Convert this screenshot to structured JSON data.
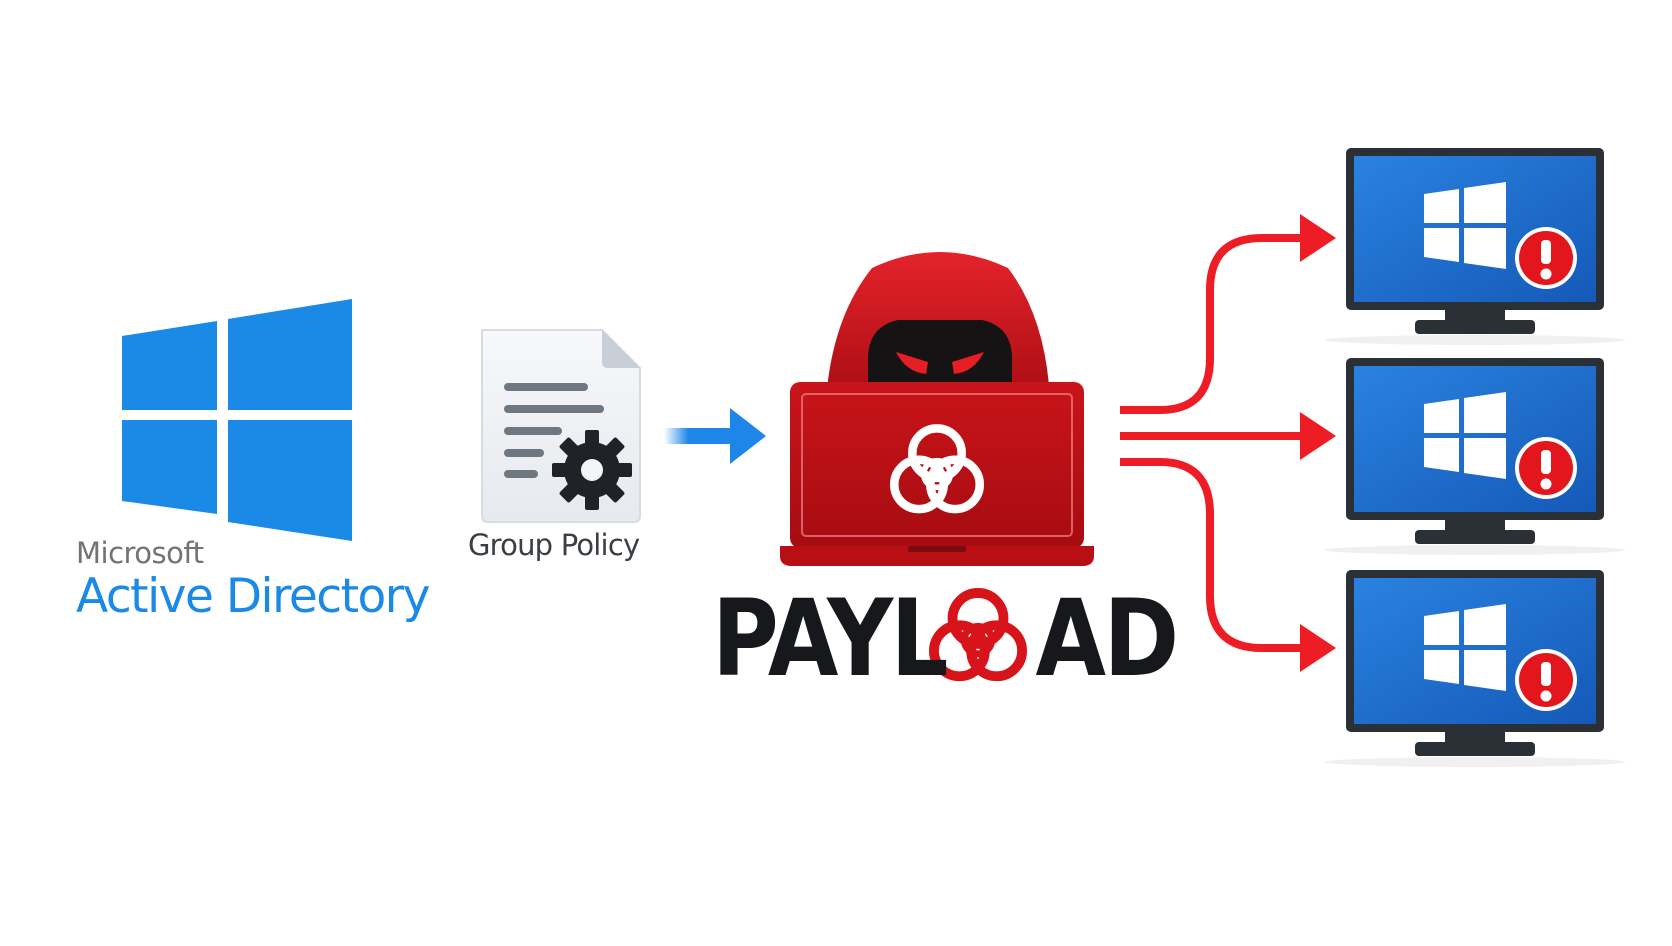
{
  "active_directory": {
    "vendor": "Microsoft",
    "product": "Active Directory",
    "logo_icon": "windows-logo-icon",
    "color": "#1a8ae6"
  },
  "group_policy": {
    "label": "Group Policy",
    "icon": "policy-document-gear-icon"
  },
  "payload": {
    "text_left": "PAYL",
    "text_right": "AD",
    "letter_icon": "biohazard-icon",
    "hacker_icon": "hooded-hacker-icon",
    "laptop_icon": "infected-laptop-icon",
    "accent_color": "#d8141b"
  },
  "targets": {
    "count_icon": "windows-monitor-icon",
    "alert_icon": "exclamation-alert-icon",
    "screen_color": "#1a67c9",
    "items": [
      "target-pc-1",
      "target-pc-2",
      "target-pc-3"
    ]
  },
  "connectors": {
    "ad_to_payload_color": "#1e86e8",
    "payload_to_targets_color": "#ee1c24"
  }
}
